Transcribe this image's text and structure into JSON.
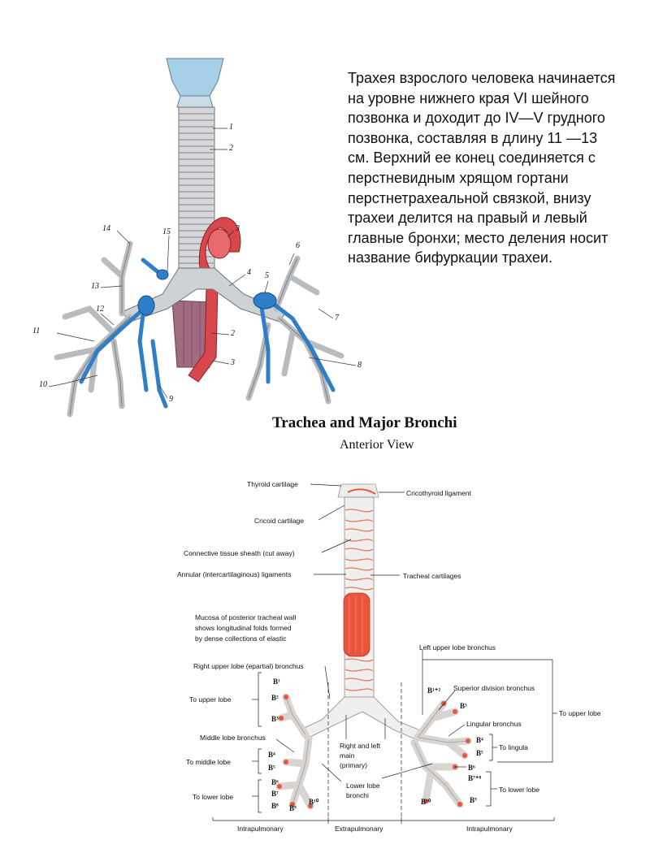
{
  "description": "Трахея взрослого человека начинается на уровне нижнего края VI шейного позвонка и доходит до IV—V грудного позвонка, составляя в длину 11 —13 см. Верхний ее конец соединяется с перстневидным хрящом гортани перстнетрахеальной связкой, внизу трахеи делится на правый и левый главные бронхи; место деления носит название бифуркации трахеи.",
  "figure1": {
    "numbers": [
      "1",
      "2",
      "3",
      "4",
      "5",
      "6",
      "7",
      "8",
      "9",
      "10",
      "11",
      "12",
      "13",
      "14",
      "15",
      "2",
      "3"
    ]
  },
  "figure2": {
    "title": "Trachea and Major Bronchi",
    "subtitle": "Anterior View",
    "labels": {
      "thyroid": "Thyroid cartilage",
      "cricothyroid": "Cricothyroid ligament",
      "cricoid": "Cricoid cartilage",
      "sheath": "Connective tissue sheath (cut away)",
      "annular": "Annular (intercartilaginous) ligaments",
      "tracheal_cartilages": "Tracheal cartilages",
      "mucosa_1": "Mucosa of posterior tracheal wall",
      "mucosa_2": "shows longitudinal folds formed",
      "mucosa_3": "by dense collections of elastic",
      "right_upper": "Right upper lobe (epartial) bronchus",
      "left_upper": "Left upper lobe bronchus",
      "superior_division": "Superior division bronchus",
      "lingular": "Lingular bronchus",
      "to_upper_lobe_r": "To upper lobe",
      "to_upper_lobe_l": "To upper lobe",
      "middle_lobe": "Middle lobe bronchus",
      "to_middle_lobe": "To middle lobe",
      "to_lower_lobe_r": "To lower lobe",
      "to_lower_lobe_l": "To lower lobe",
      "to_lingula": "To lingula",
      "main_1": "Right and left",
      "main_2": "main",
      "main_3": "(primary)",
      "lower_lobe_1": "Lower lobe",
      "lower_lobe_2": "bronchi",
      "intrapulmonary_r": "Intrapulmonary",
      "extrapulmonary": "Extrapulmonary",
      "intrapulmonary_l": "Intrapulmonary"
    },
    "segments": {
      "r_b1": "B¹",
      "r_b2": "B²",
      "r_b3": "B³",
      "r_b4": "B⁴",
      "r_b5": "B⁵",
      "r_b6": "B⁶",
      "r_b7": "B⁷",
      "r_b8": "B⁸",
      "r_b9": "B⁹",
      "r_b10": "B¹⁰",
      "l_b12": "B¹⁺²",
      "l_b3": "B³",
      "l_b4": "B⁴",
      "l_b5": "B⁵",
      "l_b6": "B⁶",
      "l_b78": "B⁷⁺⁸",
      "l_b9": "B⁹",
      "l_b10": "B¹⁰"
    }
  },
  "colors": {
    "artery": "#d8474b",
    "vein": "#2f7fc8",
    "cartilage": "#c8ccd0",
    "mucosa": "#e8553c",
    "larynx": "#a8cfe8"
  }
}
